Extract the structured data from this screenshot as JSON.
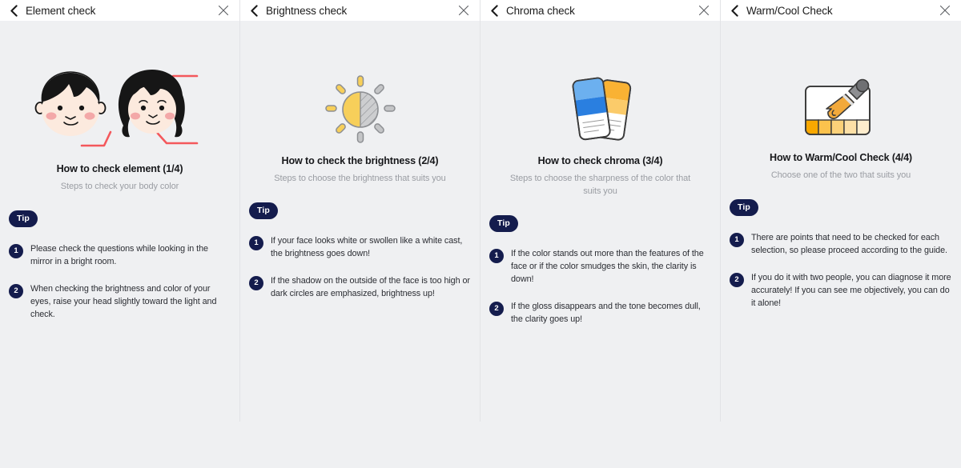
{
  "panels": [
    {
      "header_title": "Element check",
      "back_icon": "chevron-left-icon",
      "close_icon": "close-icon",
      "illustration": "two-faces-illustration",
      "headline": "How to check element (1/4)",
      "subline": "Steps to check your body color",
      "tip_label": "Tip",
      "tips": [
        {
          "num": "1",
          "text": "Please check the questions while looking in the mirror in a bright room."
        },
        {
          "num": "2",
          "text": "When checking the brightness and color of your eyes, raise your head slightly toward the light and check."
        }
      ]
    },
    {
      "header_title": "Brightness check",
      "back_icon": "chevron-left-icon",
      "close_icon": "close-icon",
      "illustration": "half-sun-icon",
      "headline": "How to check the brightness (2/4)",
      "subline": "Steps to choose the brightness that suits you",
      "tip_label": "Tip",
      "tips": [
        {
          "num": "1",
          "text": "If your face looks white or swollen like a white cast, the brightness goes down!"
        },
        {
          "num": "2",
          "text": "If the shadow on the outside of the face is too high or dark circles are emphasized, brightness up!"
        }
      ]
    },
    {
      "header_title": "Chroma check",
      "back_icon": "chevron-left-icon",
      "close_icon": "close-icon",
      "illustration": "color-swatch-cards-icon",
      "headline": "How to check chroma (3/4)",
      "subline": "Steps to choose the sharpness of the color that suits you",
      "tip_label": "Tip",
      "tips": [
        {
          "num": "1",
          "text": "If the color stands out more than the features of the face or if the color smudges the skin, the clarity is down!"
        },
        {
          "num": "2",
          "text": "If the gloss disappears and the tone becomes dull, the clarity goes up!"
        }
      ]
    },
    {
      "header_title": "Warm/Cool Check",
      "back_icon": "chevron-left-icon",
      "close_icon": "close-icon",
      "illustration": "eyedropper-palette-icon",
      "headline": "How to Warm/Cool Check (4/4)",
      "subline": "Choose one of the two that suits you",
      "tip_label": "Tip",
      "tips": [
        {
          "num": "1",
          "text": "There are points that need to be checked for each selection, so please proceed according to the guide."
        },
        {
          "num": "2",
          "text": "If you do it with two people, you can diagnose it more accurately! If you can see me objectively, you can do it alone!"
        }
      ]
    }
  ],
  "colors": {
    "background": "#eff0f2",
    "header_bg": "#ffffff",
    "navy": "#141c4d",
    "headline": "#17181b",
    "subline": "#9a9da3",
    "yellow": "#f7cf5a",
    "gray": "#c4c5c7",
    "blue_light": "#6cb0ef",
    "blue_dark": "#2a7fe0",
    "orange": "#f9b233",
    "orange_light": "#fbcb6a",
    "skin": "#fceade",
    "hair": "#161616",
    "cheek": "#f3a8a8",
    "pointer_red": "#f4585c"
  }
}
